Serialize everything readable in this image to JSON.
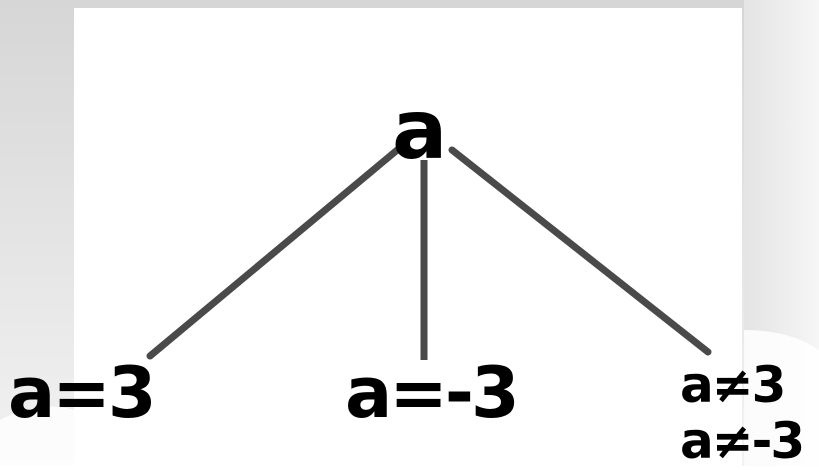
{
  "diagram": {
    "root": {
      "label": "a"
    },
    "children": [
      {
        "label": "a=3"
      },
      {
        "label": "a=-3"
      },
      {
        "label_line1": "a≠3",
        "label_line2": "a≠-3"
      }
    ]
  },
  "colors": {
    "edge": "#4a4a4a",
    "text": "#000000",
    "background": "#ffffff",
    "backdrop": "#e9e9e9"
  }
}
